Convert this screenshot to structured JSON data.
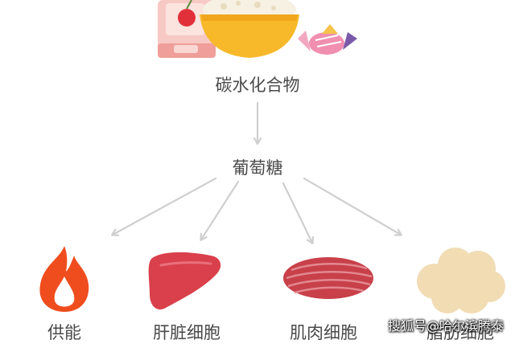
{
  "nodes": {
    "root": "碳水化合物",
    "glucose": "葡萄糖",
    "energy": "供能",
    "liver": "肝脏细胞",
    "muscle": "肌肉细胞",
    "fat": "脂肪细胞"
  },
  "watermark": "搜狐号@哈尔滨腾泰",
  "colors": {
    "arrow": "#cfcfcf",
    "text": "#4a4a4a",
    "flame": "#f04d1f",
    "liver": "#d9404b",
    "muscle": "#c8404a",
    "fat": "#f1dcb4",
    "bowl": "#f7b92a"
  }
}
